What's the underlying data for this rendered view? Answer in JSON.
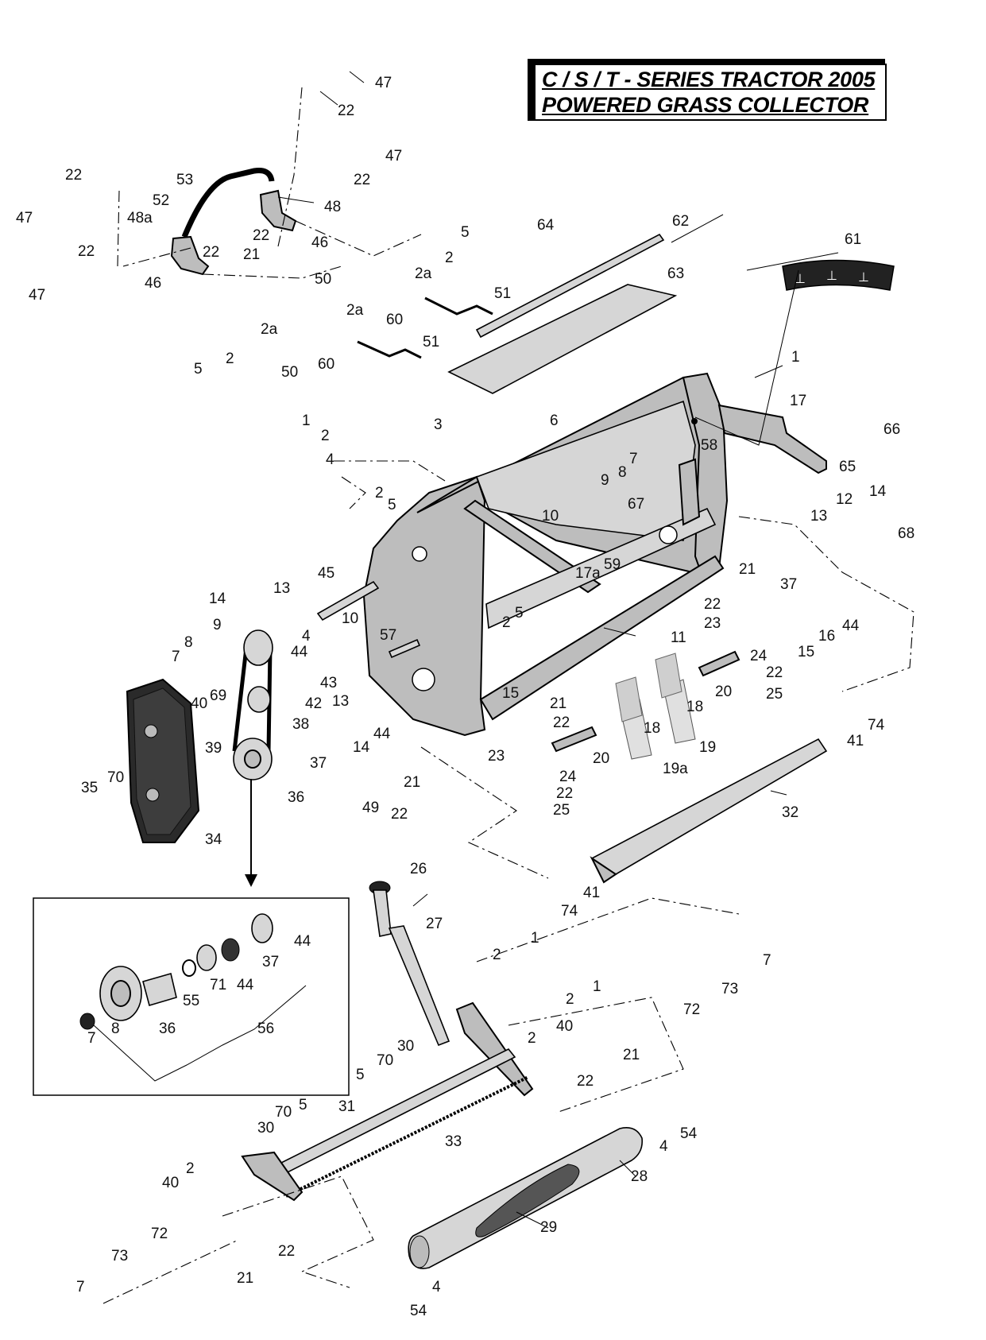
{
  "title": {
    "line1": "C / S / T - SERIES TRACTOR 2005",
    "line2": "POWERED GRASS COLLECTOR"
  },
  "labels": {
    "n47a": "47",
    "n22a": "22",
    "n47b": "47",
    "n22b": "22",
    "n53": "53",
    "n52": "52",
    "n48a": "48a",
    "n22c": "22",
    "n47c": "47",
    "n48": "48",
    "n22d": "22",
    "n21a": "21",
    "n22e": "22",
    "n46a": "46",
    "n5a": "5",
    "n2a": "2",
    "n22f": "22",
    "n47d": "47",
    "n46b": "46",
    "n50a": "50",
    "n2aa": "2a",
    "n2ab": "2a",
    "n2ac": "2a",
    "n5b": "5",
    "n2b": "2",
    "n50b": "50",
    "n60a": "60",
    "n60b": "60",
    "n51a": "51",
    "n51b": "51",
    "n64": "64",
    "n62": "62",
    "n63": "63",
    "n61": "61",
    "n1a": "1",
    "n17": "17",
    "n1b": "1",
    "n3": "3",
    "n2c": "2",
    "n4a": "4",
    "n2d": "2",
    "n5c": "5",
    "n6": "6",
    "n7a": "7",
    "n8a": "8",
    "n9a": "9",
    "n58": "58",
    "n66": "66",
    "n65": "65",
    "n14a": "14",
    "n12": "12",
    "n13a": "13",
    "n68": "68",
    "n67": "67",
    "n10a": "10",
    "n59": "59",
    "n17a": "17a",
    "n45": "45",
    "n14b": "14",
    "n13b": "13",
    "n10b": "10",
    "n9b": "9",
    "n4b": "4",
    "n5d": "5",
    "n2e": "2",
    "n8b": "8",
    "n7b": "7",
    "n44a": "44",
    "n57": "57",
    "n43": "43",
    "n42": "42",
    "n40a": "40",
    "n69": "69",
    "n39": "39",
    "n38": "38",
    "n13c": "13",
    "n44b": "44",
    "n14c": "14",
    "n37a": "37",
    "n21b": "21",
    "n22g": "22",
    "n23a": "23",
    "n37b": "37",
    "n44c": "44",
    "n16": "16",
    "n15a": "15",
    "n11": "11",
    "n24a": "24",
    "n22h": "22",
    "n25a": "25",
    "n20a": "20",
    "n18a": "18",
    "n18b": "18",
    "n19": "19",
    "n19a": "19a",
    "n15b": "15",
    "n21c": "21",
    "n22i": "22",
    "n23b": "23",
    "n20b": "20",
    "n24b": "24",
    "n22j": "22",
    "n25b": "25",
    "n74a": "74",
    "n41a": "41",
    "n32": "32",
    "n35": "35",
    "n70a": "70",
    "n34": "34",
    "n36a": "36",
    "n49": "49",
    "n22k": "22",
    "n21d": "21",
    "n26": "26",
    "n27": "27",
    "n41b": "41",
    "n74b": "74",
    "n1c": "1",
    "n2f": "2",
    "n1d": "1",
    "n2g": "2",
    "n7c": "7",
    "n73a": "73",
    "n72a": "72",
    "n40b": "40",
    "n2h": "2",
    "n21e": "21",
    "n22l": "22",
    "n30a": "30",
    "n70b": "70",
    "n5e": "5",
    "n44d": "44",
    "n37c": "37",
    "n71": "71",
    "n44e": "44",
    "n55": "55",
    "n56": "56",
    "n36b": "36",
    "n8c": "8",
    "n7d": "7",
    "n31": "31",
    "n5f": "5",
    "n70c": "70",
    "n30b": "30",
    "n33": "33",
    "n54a": "54",
    "n4c": "4",
    "n28": "28",
    "n29": "29",
    "n2i": "2",
    "n40c": "40",
    "n72b": "72",
    "n22m": "22",
    "n73b": "73",
    "n21f": "21",
    "n7e": "7",
    "n54b": "54",
    "n4d": "4"
  }
}
